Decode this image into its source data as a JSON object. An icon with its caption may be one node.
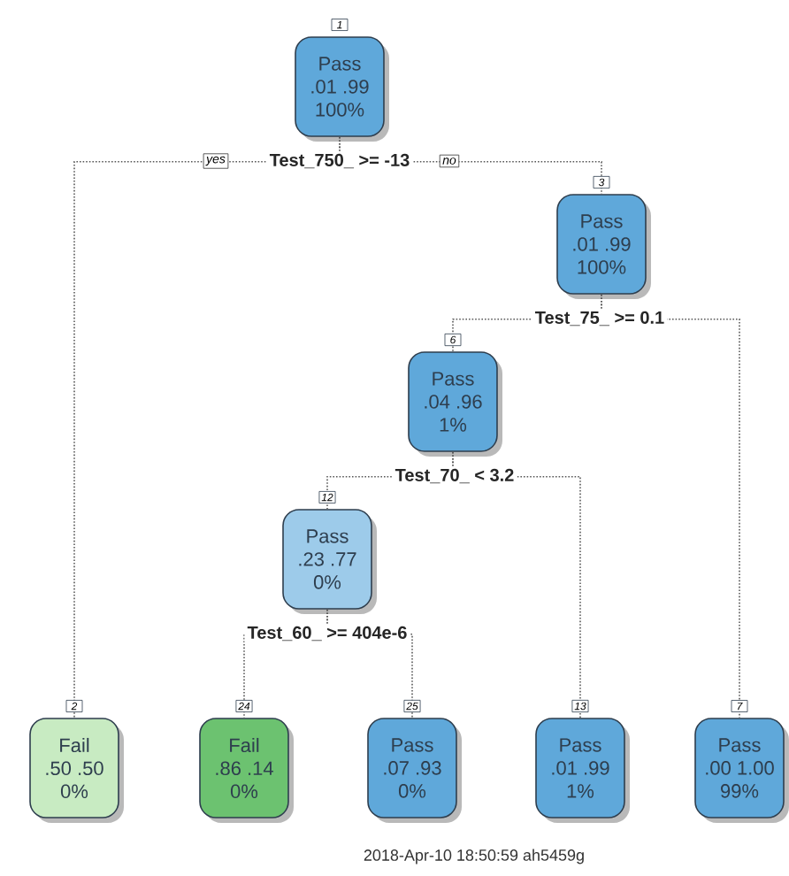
{
  "diagram": {
    "caption": "2018-Apr-10 18:50:59 ah5459g",
    "nodes": [
      {
        "text": [
          "Pass",
          ".01  .99",
          "100%"
        ],
        "beside": [
          "1",
          "Test_750_ >= -13"
        ]
      },
      {
        "text": [
          "Pass",
          ".01  .99",
          "100%"
        ],
        "beside": [
          "3",
          "Test_75_ >= 0.1"
        ]
      },
      {
        "text": [
          "Pass",
          ".04  .96",
          "1%"
        ],
        "beside": [
          "6",
          "Test_70_ < 3.2"
        ]
      },
      {
        "text": [
          "Pass",
          ".23  .77",
          "0%"
        ],
        "beside": [
          "12",
          "Test_60_ >= 404e-6"
        ]
      },
      {
        "text": [
          "Fail",
          ".50  .50",
          "0%"
        ],
        "beside": [
          "2"
        ]
      },
      {
        "text": [
          "Fail",
          ".86  .14",
          "0%"
        ],
        "beside": [
          "24"
        ]
      },
      {
        "text": [
          "Pass",
          ".07  .93",
          "0%"
        ],
        "beside": [
          "25"
        ]
      },
      {
        "text": [
          "Pass",
          ".01  .99",
          "1%"
        ],
        "beside": [
          "13"
        ]
      },
      {
        "text": [
          "Pass",
          ".00  1.00",
          "99%"
        ],
        "beside": [
          "7"
        ]
      }
    ],
    "edges": [
      {
        "from": 0,
        "to": 4,
        "arrow": "none",
        "label": "yes"
      },
      {
        "from": 0,
        "to": 1,
        "arrow": "none",
        "label": "no"
      },
      {
        "from": 1,
        "to": 2,
        "arrow": "none"
      },
      {
        "from": 1,
        "to": 8,
        "arrow": "none"
      },
      {
        "from": 2,
        "to": 3,
        "arrow": "none"
      },
      {
        "from": 2,
        "to": 7,
        "arrow": "none"
      },
      {
        "from": 3,
        "to": 5,
        "arrow": "none"
      },
      {
        "from": 3,
        "to": 6,
        "arrow": "none"
      }
    ]
  }
}
